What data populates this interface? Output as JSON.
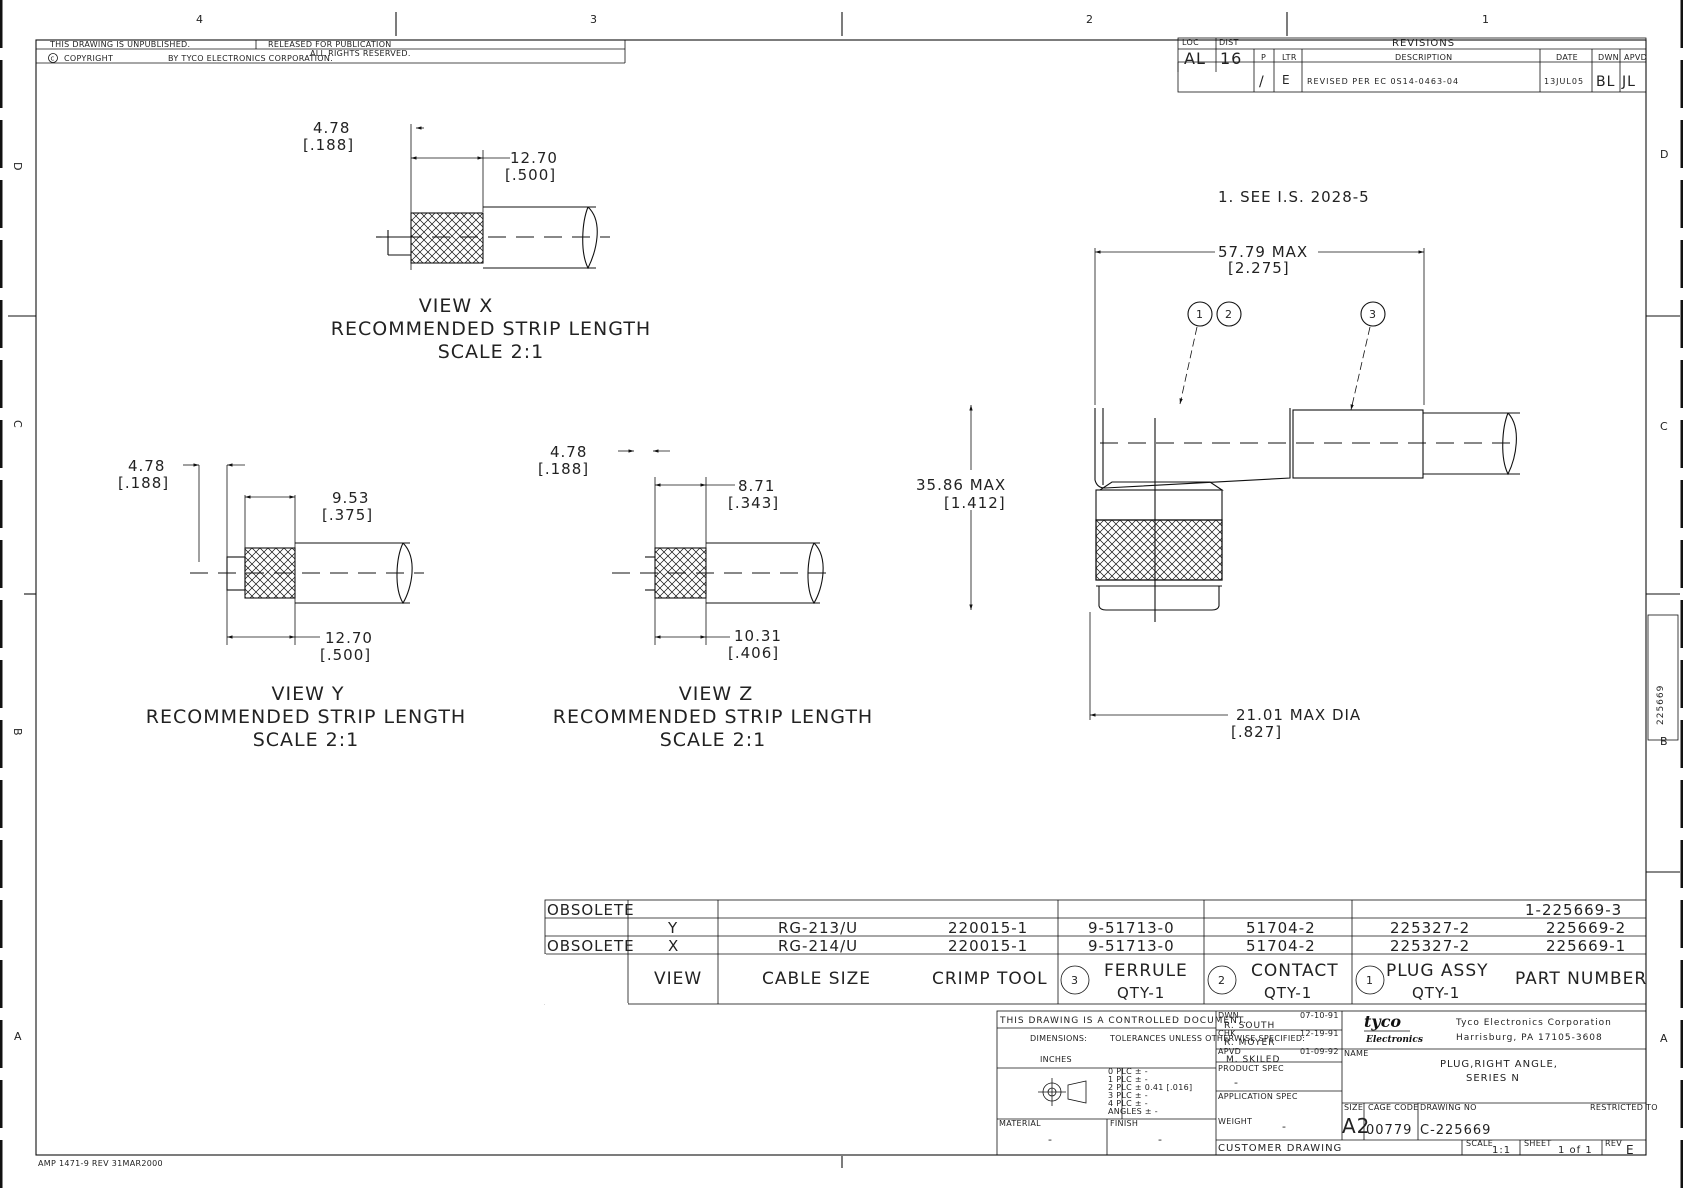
{
  "border": {
    "zones_top": [
      "4",
      "3",
      "2",
      "1"
    ],
    "zones_side": [
      "D",
      "C",
      "B",
      "A"
    ]
  },
  "header": {
    "line1a": "THIS DRAWING IS UNPUBLISHED.",
    "line1b": "RELEASED FOR PUBLICATION",
    "line2a": "COPYRIGHT",
    "line2b": "BY TYCO ELECTRONICS CORPORATION.",
    "line2c": "ALL RIGHTS RESERVED."
  },
  "revisions": {
    "title": "REVISIONS",
    "loc_label": "LOC",
    "dist_label": "DIST",
    "loc": "AL",
    "dist": "16",
    "p_label": "P",
    "ltr_label": "LTR",
    "description_label": "DESCRIPTION",
    "date_label": "DATE",
    "dwn_label": "DWN",
    "apvd_label": "APVD",
    "p": "/",
    "ltr": "E",
    "description": "REVISED PER EC 0S14-0463-04",
    "date": "13JUL05",
    "dwn": "BL",
    "apvd": "JL"
  },
  "note": "1. SEE I.S. 2028-5",
  "views": {
    "x": {
      "dim_a": "4.78",
      "dim_a_in": "[.188]",
      "dim_b": "12.70",
      "dim_b_in": "[.500]",
      "title": "VIEW X",
      "subtitle": "RECOMMENDED STRIP LENGTH",
      "scale": "SCALE 2:1"
    },
    "y": {
      "dim_a": "4.78",
      "dim_a_in": "[.188]",
      "dim_b": "9.53",
      "dim_b_in": "[.375]",
      "dim_c": "12.70",
      "dim_c_in": "[.500]",
      "title": "VIEW Y",
      "subtitle": "RECOMMENDED STRIP LENGTH",
      "scale": "SCALE 2:1"
    },
    "z": {
      "dim_a": "4.78",
      "dim_a_in": "[.188]",
      "dim_b": "8.71",
      "dim_b_in": "[.343]",
      "dim_c": "10.31",
      "dim_c_in": "[.406]",
      "title": "VIEW Z",
      "subtitle": "RECOMMENDED STRIP LENGTH",
      "scale": "SCALE 2:1"
    }
  },
  "main_view": {
    "dim_len": "57.79 MAX",
    "dim_len_in": "[2.275]",
    "dim_h": "35.86 MAX",
    "dim_h_in": "[1.412]",
    "dim_dia": "21.01 MAX DIA",
    "dim_dia_in": "[.827]",
    "callouts": [
      "1",
      "2",
      "3"
    ]
  },
  "parts_table": {
    "header": {
      "view": "VIEW",
      "cable": "CABLE SIZE",
      "tool": "CRIMP TOOL",
      "ferrule_num": "3",
      "ferrule": "FERRULE",
      "ferrule_qty": "QTY-1",
      "contact_num": "2",
      "contact": "CONTACT",
      "contact_qty": "QTY-1",
      "plug_num": "1",
      "plug": "PLUG ASSY",
      "plug_qty": "QTY-1",
      "part": "PART NUMBER"
    },
    "rows": [
      {
        "status": "OBSOLETE",
        "view": "",
        "cable": "",
        "tool": "",
        "ferrule": "",
        "contact": "",
        "plug": "",
        "part": "1-225669-3"
      },
      {
        "status": "",
        "view": "Y",
        "cable": "RG-213/U",
        "tool": "220015-1",
        "ferrule": "9-51713-0",
        "contact": "51704-2",
        "plug": "225327-2",
        "part": "225669-2"
      },
      {
        "status": "OBSOLETE",
        "view": "X",
        "cable": "RG-214/U",
        "tool": "220015-1",
        "ferrule": "9-51713-0",
        "contact": "51704-2",
        "plug": "225327-2",
        "part": "225669-1"
      }
    ]
  },
  "title_block": {
    "controlled": "THIS DRAWING IS A CONTROLLED DOCUMENT.",
    "dimensions_label": "DIMENSIONS:",
    "dimensions_unit": "INCHES",
    "tolerances": "TOLERANCES UNLESS OTHERWISE SPECIFIED:",
    "tol_lines": [
      "0 PLC  ± -",
      "1 PLC  ± -",
      "2 PLC  ± 0.41 [.016]",
      "3 PLC  ± -",
      "4 PLC  ± -",
      "ANGLES  ± -"
    ],
    "material_label": "MATERIAL",
    "finish_label": "FINISH",
    "material": "-",
    "finish": "-",
    "dwn_label": "DWN",
    "dwn_name": "R. SOUTH",
    "dwn_date": "07-10-91",
    "chk_label": "CHK",
    "chk_name": "R. MOYER",
    "chk_date": "12-19-91",
    "appd_label": "APVD",
    "appd_name": "M. SKILED",
    "appd_date": "01-09-92",
    "product_spec_label": "PRODUCT SPEC",
    "product_spec": "-",
    "application_spec_label": "APPLICATION SPEC",
    "application_spec": "",
    "weight_label": "WEIGHT",
    "weight": "-",
    "customer_drawing": "CUSTOMER DRAWING",
    "company_logo": "tyco",
    "company_logo_sub": "Electronics",
    "company": "Tyco Electronics Corporation",
    "company_addr": "Harrisburg, PA 17105-3608",
    "name_label": "NAME",
    "name_line1": "PLUG,RIGHT ANGLE,",
    "name_line2": "SERIES N",
    "size_label": "SIZE",
    "cage_label": "CAGE CODE",
    "dwg_label": "DRAWING NO",
    "restricted_label": "RESTRICTED TO",
    "size": "A2",
    "cage": "00779",
    "dwg_no": "C-225669",
    "scale_label": "SCALE",
    "scale": "1:1",
    "sheet_label": "SHEET",
    "sheet": "1 of 1",
    "rev_label": "REV",
    "rev": "E"
  },
  "footer": {
    "form": "AMP 1471-9 REV 31MAR2000",
    "side_number": "225669"
  }
}
